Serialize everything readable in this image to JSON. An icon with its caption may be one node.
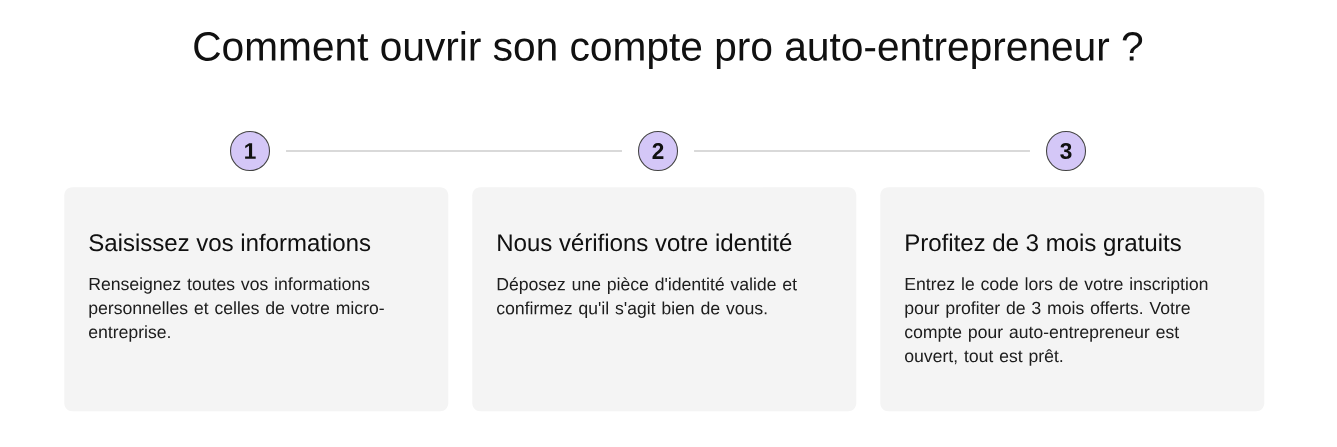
{
  "diagram": {
    "title": "Comment ouvrir son compte pro auto-entrepreneur ?",
    "nodes": [
      {
        "text": [
          "1"
        ]
      },
      {
        "text": [
          "2"
        ]
      },
      {
        "text": [
          "3"
        ]
      },
      {
        "text": [
          "Saisissez vos informations",
          "Renseignez toutes vos informations personnelles et celles de votre micro-entreprise."
        ]
      },
      {
        "text": [
          "Nous vérifions votre identité",
          "Déposez une pièce d'identité valide et confirmez qu'il s'agit bien de vous."
        ]
      },
      {
        "text": [
          "Profitez de 3 mois gratuits",
          "Entrez le code lors de votre inscription pour profiter de 3 mois offerts. Votre compte pour auto-entrepreneur est ouvert, tout est prêt."
        ]
      }
    ],
    "edges": [
      {
        "from": 0,
        "to": 1,
        "arrow": "none"
      },
      {
        "from": 1,
        "to": 2,
        "arrow": "none"
      }
    ]
  }
}
